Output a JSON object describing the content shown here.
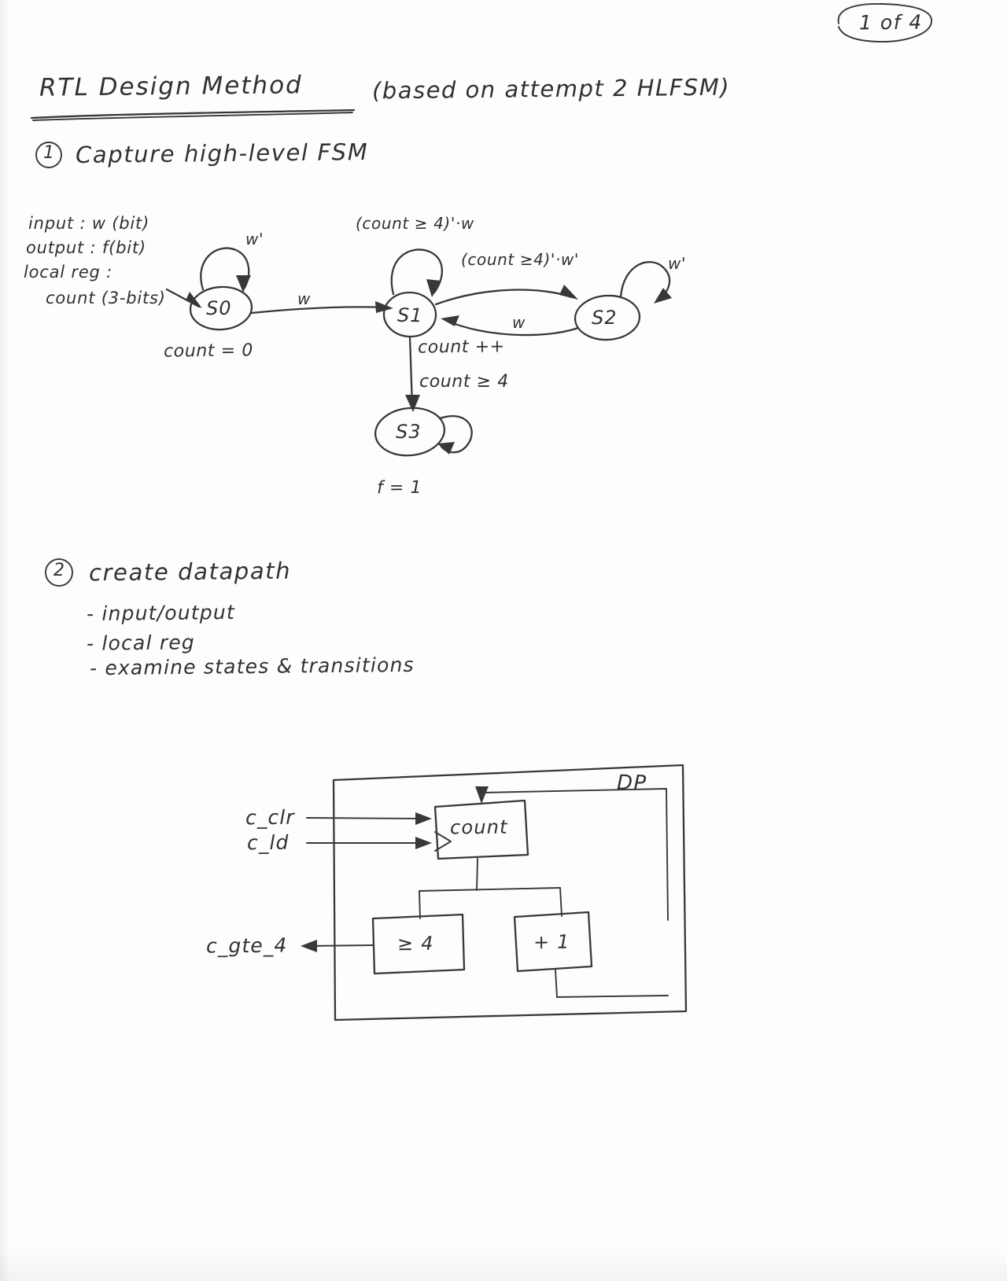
{
  "page": {
    "page_number": "1 of 4",
    "title": "RTL Design Method",
    "title_note": "(based on attempt 2   HLFSM)"
  },
  "sections": [
    {
      "number": "1",
      "heading": "Capture   high-level   FSM"
    },
    {
      "number": "2",
      "heading": "create   datapath"
    }
  ],
  "fsm": {
    "declarations": [
      "input : w (bit)",
      "output : f(bit)",
      "local reg :",
      "count (3-bits)"
    ],
    "states": [
      {
        "id": "S0",
        "label": "S0",
        "action": "count = 0"
      },
      {
        "id": "S1",
        "label": "S1",
        "action": "count ++"
      },
      {
        "id": "S2",
        "label": "S2",
        "action": ""
      },
      {
        "id": "S3",
        "label": "S3",
        "action": "f = 1"
      }
    ],
    "transitions": [
      {
        "from": "start",
        "to": "S0",
        "label": ""
      },
      {
        "from": "S0",
        "to": "S0",
        "label": "w'"
      },
      {
        "from": "S0",
        "to": "S1",
        "label": "w"
      },
      {
        "from": "S1",
        "to": "S1",
        "label": "(count ≥ 4)'·w"
      },
      {
        "from": "S1",
        "to": "S2",
        "label": "(count ≥4)'·w'"
      },
      {
        "from": "S2",
        "to": "S1",
        "label": "w"
      },
      {
        "from": "S2",
        "to": "S2",
        "label": "w'"
      },
      {
        "from": "S1",
        "to": "S3",
        "label": "count ≥ 4"
      },
      {
        "from": "S3",
        "to": "S3",
        "label": ""
      }
    ]
  },
  "datapath_bullets": [
    "- input/output",
    "- local reg",
    "- examine  states & transitions"
  ],
  "datapath": {
    "block_label": "DP",
    "inputs": [
      "c_clr",
      "c_ld"
    ],
    "outputs": [
      "c_gte_4"
    ],
    "components": [
      {
        "name": "count-register",
        "label": "count"
      },
      {
        "name": "comparator",
        "label": "≥ 4"
      },
      {
        "name": "incrementer",
        "label": "+ 1"
      }
    ]
  },
  "colors": {
    "ink": "#333030",
    "paper": "#fdfdfc"
  }
}
